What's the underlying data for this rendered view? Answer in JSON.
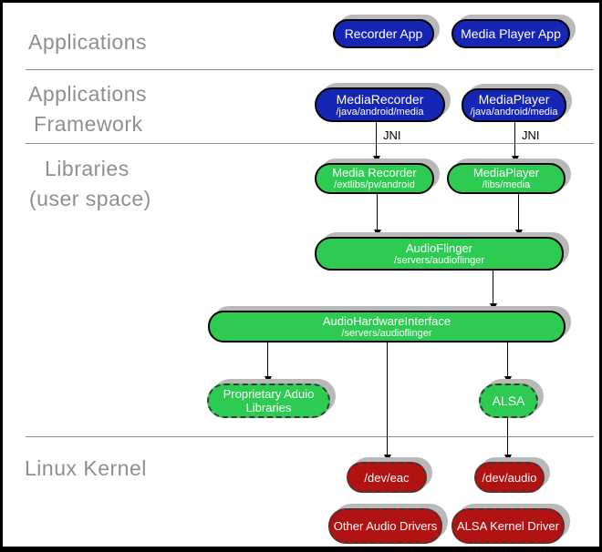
{
  "sections": {
    "applications": {
      "label": "Applications"
    },
    "framework": {
      "line1": "Applications",
      "line2": "Framework"
    },
    "libraries": {
      "line1": "Libraries",
      "line2": "(user space)"
    },
    "kernel": {
      "label": "Linux Kernel"
    }
  },
  "nodes": {
    "recorder_app": {
      "label": "Recorder App"
    },
    "media_player_app": {
      "label": "Media Player App"
    },
    "media_recorder_fw": {
      "label": "MediaRecorder",
      "path": "/java/android/media"
    },
    "media_player_fw": {
      "label": "MediaPlayer",
      "path": "/java/android/media"
    },
    "media_recorder_lib": {
      "label": "Media Recorder",
      "path": "/extlibs/pv/android"
    },
    "media_player_lib": {
      "label": "MediaPlayer",
      "path": "/libs/media"
    },
    "audio_flinger": {
      "label": "AudioFlinger",
      "path": "/servers/audioflinger"
    },
    "audio_hardware_interface": {
      "label": "AudioHardwareInterface",
      "path": "/servers/audioflinger"
    },
    "proprietary_audio_libraries": {
      "line1": "Proprietary Aduio",
      "line2": "Libraries"
    },
    "alsa": {
      "label": "ALSA"
    },
    "dev_eac": {
      "label": "/dev/eac"
    },
    "dev_audio": {
      "label": "/dev/audio"
    },
    "other_audio_drivers": {
      "label": "Other Audio Drivers"
    },
    "alsa_kernel_driver": {
      "label": "ALSA Kernel Driver"
    }
  },
  "edges": {
    "jni_left": "JNI",
    "jni_right": "JNI"
  },
  "colors": {
    "blue": "#1626b4",
    "green": "#2ecb53",
    "red": "#b11212",
    "shadow": "#b9b9b9",
    "gray_label": "#8f8f8f",
    "divider": "#8c8c8c"
  }
}
